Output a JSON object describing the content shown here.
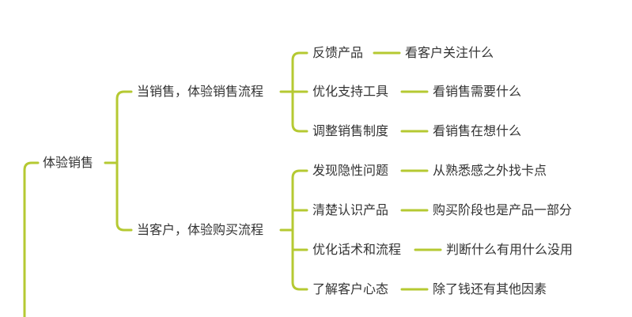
{
  "line_color": "#b5c932",
  "text_color": "#333333",
  "root": {
    "label": "体验销售",
    "children": [
      {
        "label": "当销售，体验销售流程",
        "children": [
          {
            "label": "反馈产品",
            "leaf": "看客户关注什么"
          },
          {
            "label": "优化支持工具",
            "leaf": "看销售需要什么"
          },
          {
            "label": "调整销售制度",
            "leaf": "看销售在想什么"
          }
        ]
      },
      {
        "label": "当客户，体验购买流程",
        "children": [
          {
            "label": "发现隐性问题",
            "leaf": "从熟悉感之外找卡点"
          },
          {
            "label": "清楚认识产品",
            "leaf": "购买阶段也是产品一部分"
          },
          {
            "label": "优化话术和流程",
            "leaf": "判断什么有用什么没用"
          },
          {
            "label": "了解客户心态",
            "leaf": "除了钱还有其他因素"
          }
        ]
      }
    ]
  }
}
